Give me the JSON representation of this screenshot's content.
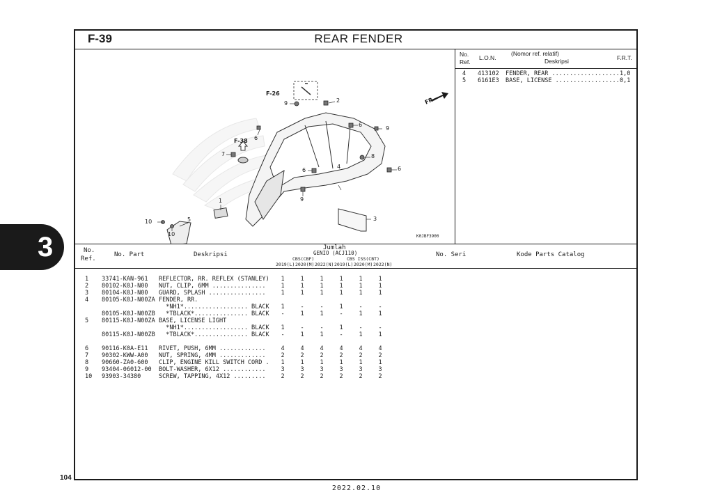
{
  "header": {
    "code": "F-39",
    "title": "REAR FENDER"
  },
  "diagram": {
    "ref_code": "K0JBF3900",
    "labels": {
      "f26": "F-26",
      "f38": "F-38",
      "fr": "FR.",
      "n1": "1",
      "n2": "2",
      "n3": "3",
      "n4": "4",
      "n5": "5",
      "n6a": "6",
      "n6b": "6",
      "n6c": "6",
      "n6d": "6",
      "n7": "7",
      "n8": "8",
      "n9a": "9",
      "n9b": "9",
      "n9c": "9",
      "n10a": "10",
      "n10b": "10"
    }
  },
  "right_panel": {
    "col_no": "No.",
    "col_ref": "Ref.",
    "col_lon": "L.O.N.",
    "col_desc_top": "(Nomor ref. relatif)",
    "col_desc": "Deskripsi",
    "col_frt": "F.R.T.",
    "rows": [
      {
        "no": "4",
        "lon": "413102",
        "desc": "FENDER, REAR ...................",
        "frt": "1,0"
      },
      {
        "no": "5",
        "lon": "6161E3",
        "desc": "BASE, LICENSE ..................",
        "frt": "0,1"
      }
    ]
  },
  "table": {
    "h_no": "No.",
    "h_ref": "Ref.",
    "h_part": "No. Part",
    "h_desc": "Deskripsi",
    "h_jumlah": "Jumlah",
    "h_model": "GENIO (ACJ110)",
    "h_cbs": "CBS(CBF)",
    "h_cbsiss": "CBS ISS(CBT)",
    "h_years": [
      "2019(L)",
      "2020(M)",
      "2022(N)",
      "2019(L)",
      "2020(M)",
      "2022(N)"
    ],
    "h_seri": "No. Seri",
    "h_kode": "Kode Parts Catalog",
    "rows": [
      {
        "ref": "1",
        "part": "33741-KAN-961",
        "desc": "REFLECTOR, RR. REFLEX (STANLEY)",
        "q": [
          "1",
          "1",
          "1",
          "1",
          "1",
          "1"
        ]
      },
      {
        "ref": "2",
        "part": "80102-K0J-N00",
        "desc": "NUT, CLIP, 6MM ...............",
        "q": [
          "1",
          "1",
          "1",
          "1",
          "1",
          "1"
        ]
      },
      {
        "ref": "3",
        "part": "80104-K0J-N00",
        "desc": "GUARD, SPLASH ................",
        "q": [
          "1",
          "1",
          "1",
          "1",
          "1",
          "1"
        ]
      },
      {
        "ref": "4",
        "part": "80105-K0J-N00ZA",
        "desc": "FENDER, RR.",
        "q": [
          "",
          "",
          "",
          "",
          "",
          ""
        ]
      },
      {
        "ref": "",
        "part": "",
        "desc": "  *NH1*.................. BLACK",
        "q": [
          "1",
          "-",
          "-",
          "1",
          "-",
          "-"
        ]
      },
      {
        "ref": "",
        "part": "80105-K0J-N00ZB",
        "desc": "  *TBLACK*............... BLACK",
        "q": [
          "-",
          "1",
          "1",
          "-",
          "1",
          "1"
        ]
      },
      {
        "ref": "5",
        "part": "80115-K0J-N00ZA",
        "desc": "BASE, LICENSE LIGHT",
        "q": [
          "",
          "",
          "",
          "",
          "",
          ""
        ]
      },
      {
        "ref": "",
        "part": "",
        "desc": "  *NH1*.................. BLACK",
        "q": [
          "1",
          "-",
          "-",
          "1",
          "-",
          "-"
        ]
      },
      {
        "ref": "",
        "part": "80115-K0J-N00ZB",
        "desc": "  *TBLACK*............... BLACK",
        "q": [
          "-",
          "1",
          "1",
          "-",
          "1",
          "1"
        ]
      },
      {
        "ref": "6",
        "part": "90116-K0A-E11",
        "desc": "RIVET, PUSH, 6MM .............",
        "q": [
          "4",
          "4",
          "4",
          "4",
          "4",
          "4"
        ]
      },
      {
        "ref": "7",
        "part": "90302-KWW-A00",
        "desc": "NUT, SPRING, 4MM .............",
        "q": [
          "2",
          "2",
          "2",
          "2",
          "2",
          "2"
        ]
      },
      {
        "ref": "8",
        "part": "90660-ZA0-600",
        "desc": "CLIP, ENGINE KILL SWITCH CORD .",
        "q": [
          "1",
          "1",
          "1",
          "1",
          "1",
          "1"
        ]
      },
      {
        "ref": "9",
        "part": "93404-06012-00",
        "desc": "BOLT-WASHER, 6X12 ............",
        "q": [
          "3",
          "3",
          "3",
          "3",
          "3",
          "3"
        ]
      },
      {
        "ref": "10",
        "part": "93903-34380",
        "desc": "SCREW, TAPPING, 4X12 .........",
        "q": [
          "2",
          "2",
          "2",
          "2",
          "2",
          "2"
        ]
      }
    ]
  },
  "side_tab": "3",
  "page_number": "104",
  "date": "2022.02.10"
}
